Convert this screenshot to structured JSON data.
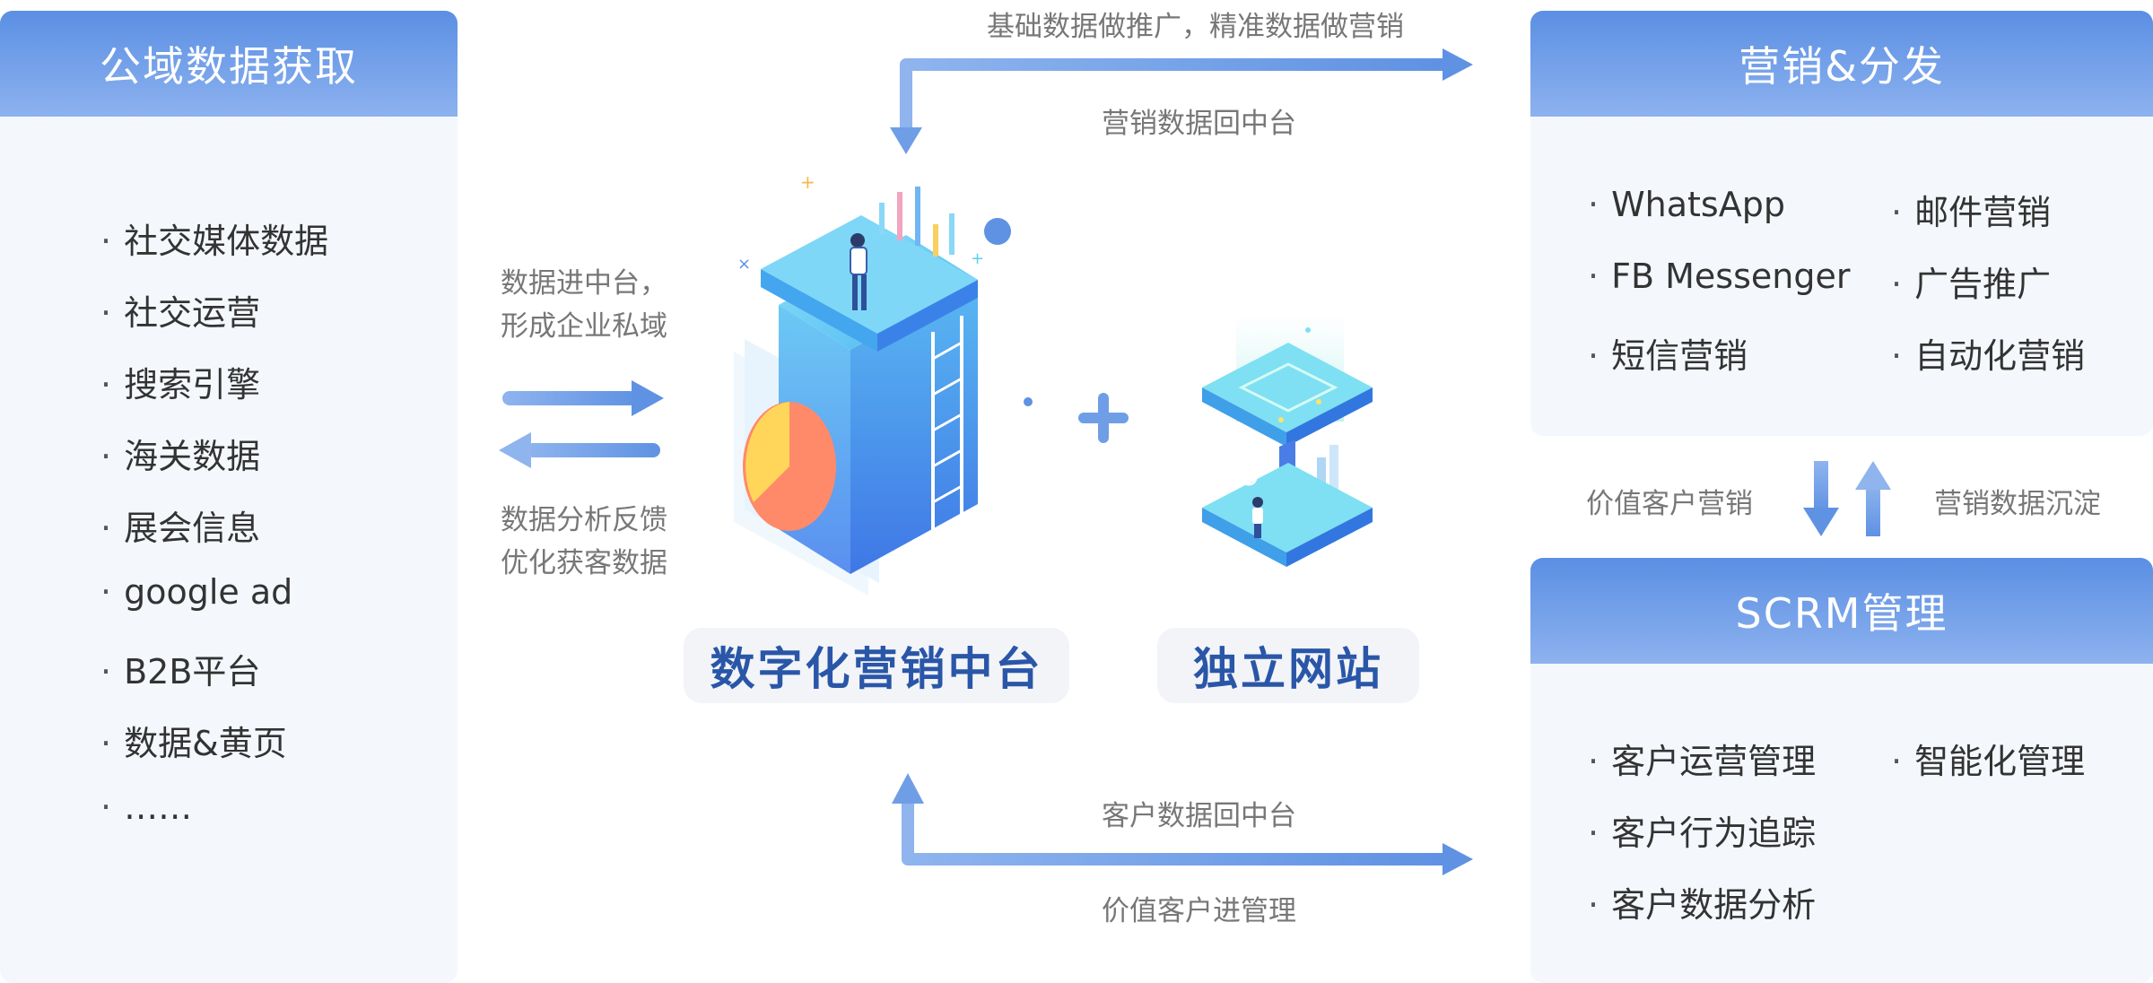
{
  "left_panel": {
    "title": "公域数据获取",
    "items": [
      "社交媒体数据",
      "社交运营",
      "搜索引擎",
      "海关数据",
      "展会信息",
      "google ad",
      "B2B平台",
      "数据&黄页",
      "……"
    ]
  },
  "marketing_panel": {
    "title": "营销&分发",
    "col1": [
      "WhatsApp",
      "FB Messenger",
      "短信营销"
    ],
    "col2": [
      "邮件营销",
      "广告推广",
      "自动化营销"
    ]
  },
  "scrm_panel": {
    "title": "SCRM管理",
    "col1": [
      "客户运营管理",
      "客户行为追踪",
      "客户数据分析"
    ],
    "col2": [
      "智能化管理"
    ]
  },
  "flows": {
    "top_out": "基础数据做推广，精准数据做营销",
    "top_back": "营销数据回中台",
    "left_in": "数据进中台，\n形成企业私域",
    "left_out": "数据分析反馈\n优化获客数据",
    "bottom_back": "客户数据回中台",
    "bottom_out": "价值客户进管理",
    "right_down": "价值客户营销",
    "right_up": "营销数据沉淀"
  },
  "center": {
    "platform_label": "数字化营销中台",
    "site_label": "独立网站",
    "plus": "+"
  },
  "colors": {
    "header_top": "#5b8fe3",
    "header_bottom": "#8db2ef",
    "arrow": "#6f9ee6",
    "card_text": "#2a56a8"
  }
}
